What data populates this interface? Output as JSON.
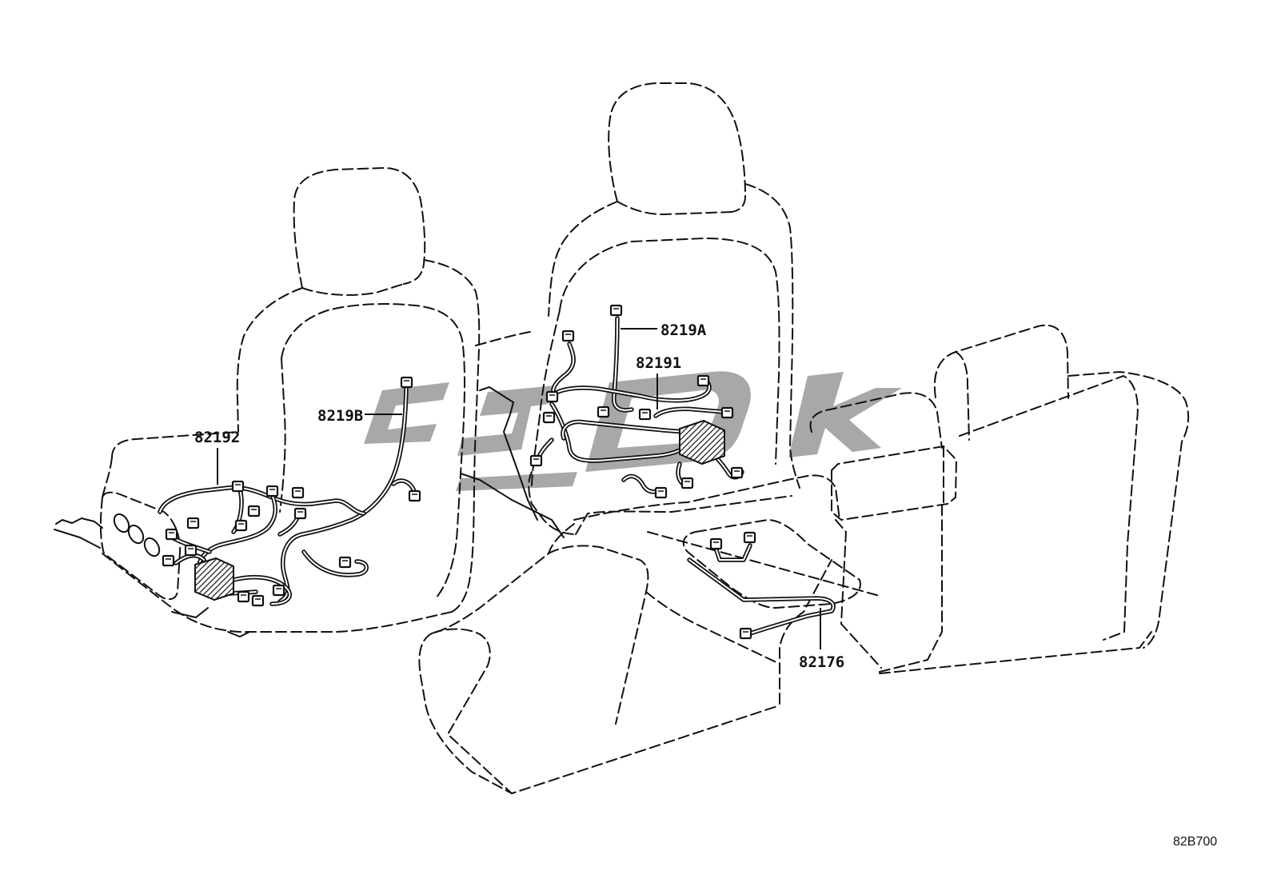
{
  "diagram": {
    "callouts": [
      {
        "part_number": "82192"
      },
      {
        "part_number": "8219B"
      },
      {
        "part_number": "8219A"
      },
      {
        "part_number": "82191"
      },
      {
        "part_number": "82176"
      }
    ],
    "figure_code": "82B700",
    "watermark_icon": "brand-logo-watermark-icon"
  },
  "colors": {
    "background": "#ffffff",
    "line": "#111111",
    "watermark": "#8f8f8f"
  }
}
